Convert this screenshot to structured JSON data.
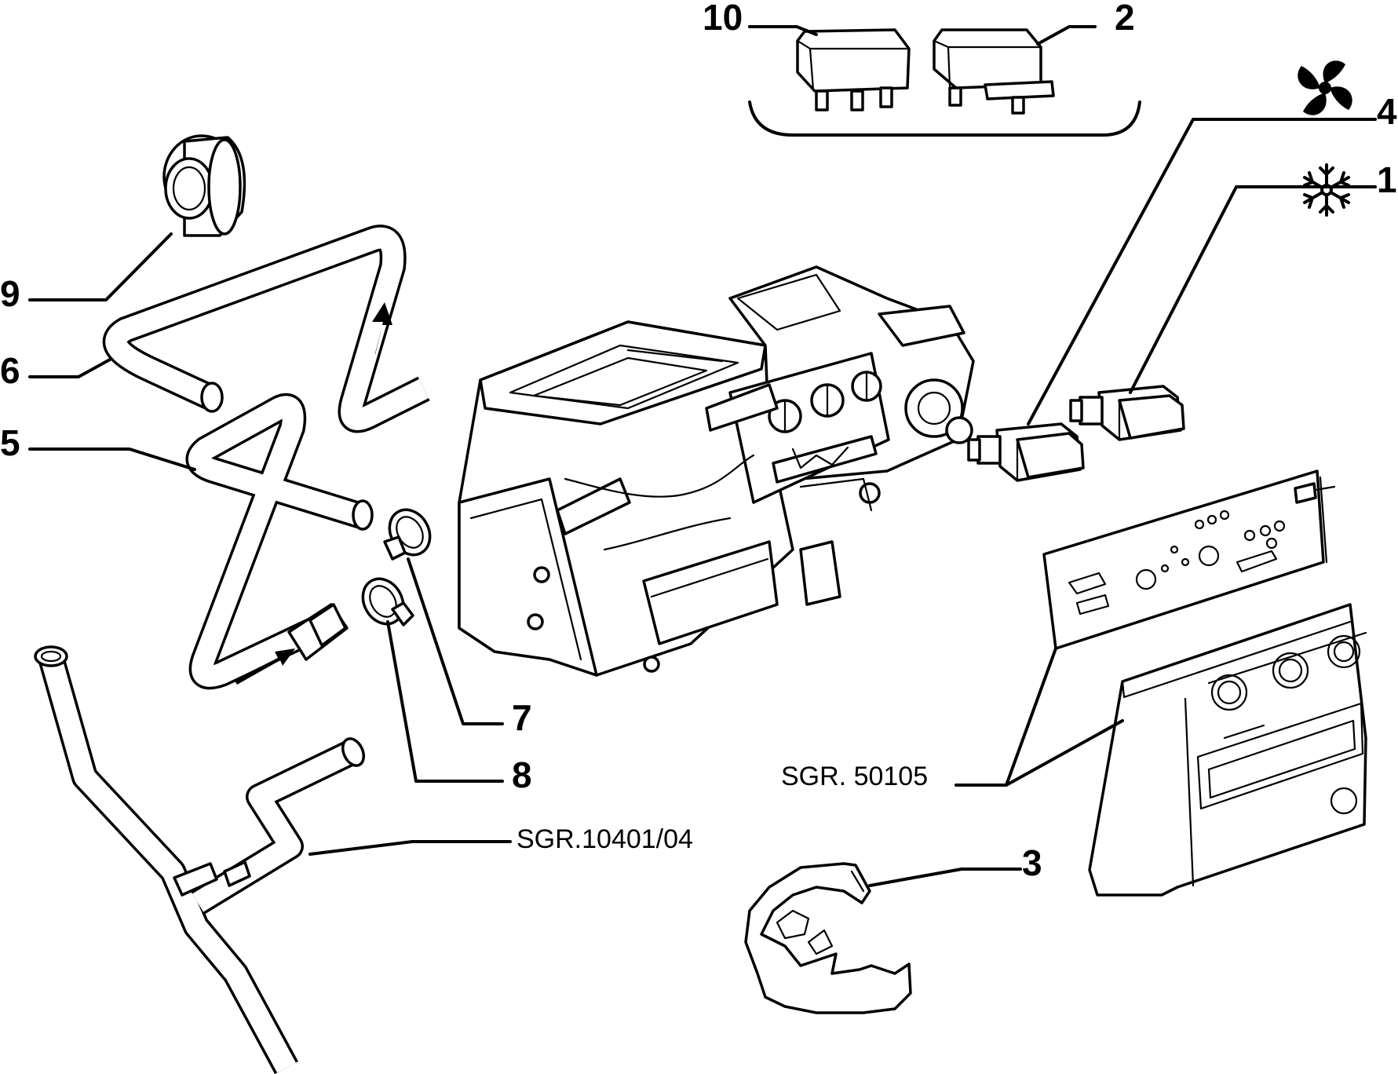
{
  "callouts": {
    "c10": "10",
    "c2": "2",
    "c4": "4",
    "c1": "1",
    "c9": "9",
    "c6": "6",
    "c5": "5",
    "c7": "7",
    "c8": "8",
    "c3": "3"
  },
  "references": {
    "dashboard": "SGR. 50105",
    "coolant_pipes": "SGR.10401/04"
  },
  "symbols": {
    "fan": "fan-icon",
    "snowflake": "snowflake-icon"
  }
}
